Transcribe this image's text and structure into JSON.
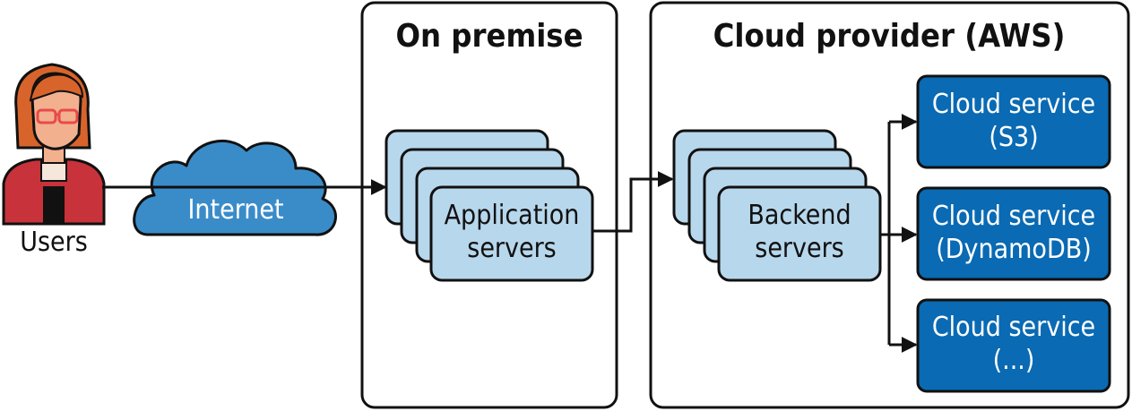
{
  "users": {
    "label": "Users"
  },
  "internet": {
    "label": "Internet"
  },
  "on_premise": {
    "title": "On premise",
    "servers": {
      "line1": "Application",
      "line2": "servers"
    }
  },
  "cloud": {
    "title": "Cloud provider (AWS)",
    "servers": {
      "line1": "Backend",
      "line2": "servers"
    },
    "services": [
      {
        "line1": "Cloud service",
        "line2": "(S3)"
      },
      {
        "line1": "Cloud service",
        "line2": "(DynamoDB)"
      },
      {
        "line1": "Cloud service",
        "line2": "(...)"
      }
    ]
  },
  "colors": {
    "server_fill": "#b7d7ec",
    "service_fill": "#0a6ab3",
    "cloud_fill": "#3a8cc9",
    "user_hair": "#d8642c",
    "user_jacket": "#c8323a"
  }
}
